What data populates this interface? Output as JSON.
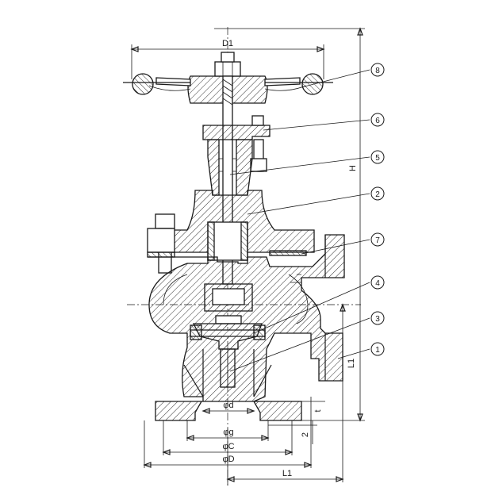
{
  "drawing": {
    "callouts": [
      {
        "id": "8",
        "label": "8"
      },
      {
        "id": "6",
        "label": "6"
      },
      {
        "id": "5",
        "label": "5"
      },
      {
        "id": "2",
        "label": "2"
      },
      {
        "id": "7",
        "label": "7"
      },
      {
        "id": "4",
        "label": "4"
      },
      {
        "id": "3",
        "label": "3"
      },
      {
        "id": "1",
        "label": "1"
      }
    ],
    "dimensions": {
      "d1": "D1",
      "h": "H",
      "l1_vertical": "L1",
      "l1_horizontal": "L1",
      "phi_d": "φd",
      "phi_g": "φg",
      "phi_c": "φC",
      "phi_D": "φD",
      "t": "t",
      "two": "2"
    }
  }
}
